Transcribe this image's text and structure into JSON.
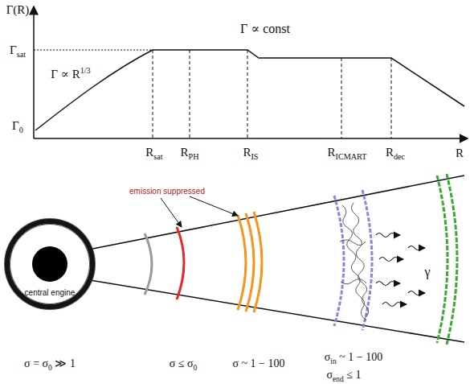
{
  "diagram": {
    "nodes": [
      {
        "text": [
          "central engine"
        ]
      }
    ],
    "labels": [
      "Γ(R)",
      "Γsat",
      "Γ ∝ const",
      "Γ ∝ R1/3",
      "Γ0",
      "Rsat",
      "RPH",
      "RIS",
      "RICMART",
      "Rdec",
      "R",
      "emission suppressed",
      "γ",
      "σ = σ0 ≫ 1",
      "σ ≤ σ0",
      "σ ~ 1 − 100",
      "σin ~ 1 − 100",
      "σend ≤ 1"
    ]
  }
}
